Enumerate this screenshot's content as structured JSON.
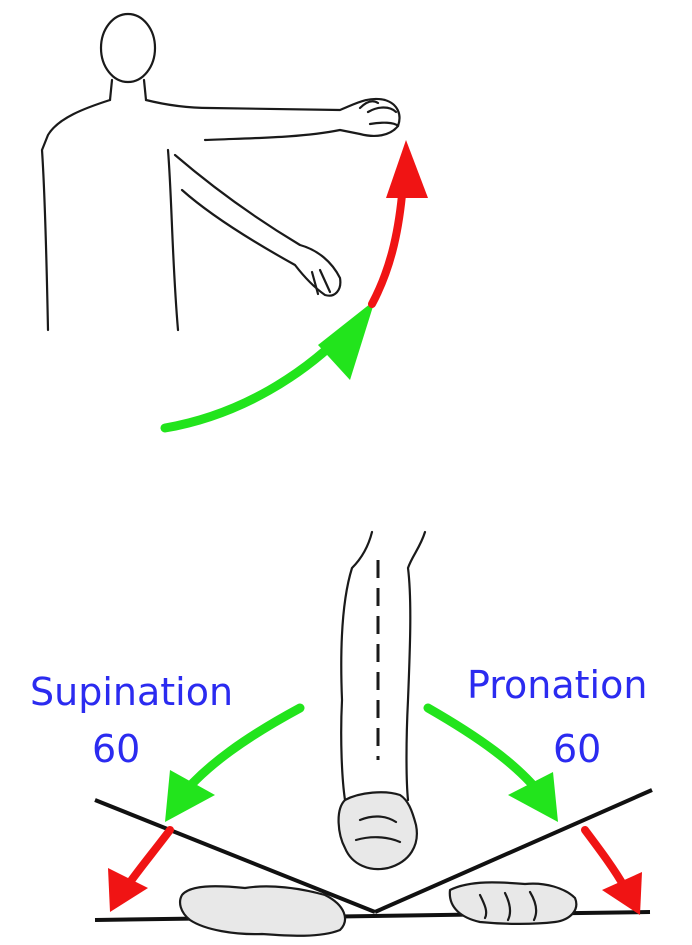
{
  "labels": {
    "supination": "Supination",
    "supination_value": "60",
    "pronation": "Pronation",
    "pronation_value": "60"
  },
  "colors": {
    "label": "#2b2bf0",
    "arrow_green": "#22e41c",
    "arrow_red": "#f01414",
    "line": "#111111"
  }
}
